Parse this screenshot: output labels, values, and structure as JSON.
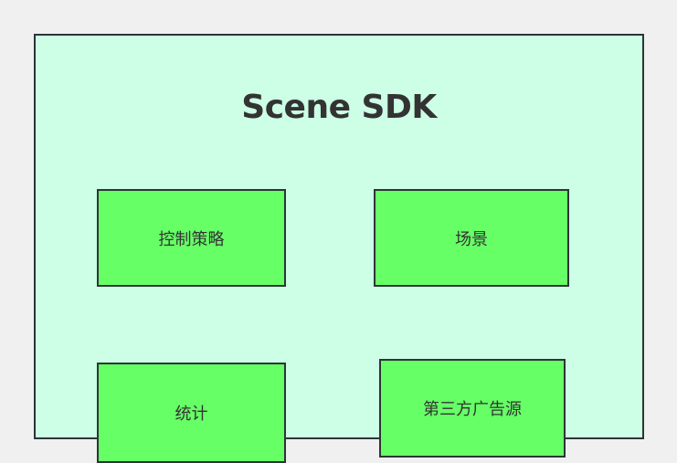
{
  "diagram": {
    "title": "Scene SDK",
    "colors": {
      "page_background": "#f0f0f0",
      "container_fill": "#ccffe6",
      "module_fill": "#66ff66",
      "border": "#2d3436",
      "text": "#333333"
    },
    "modules": [
      {
        "label": "控制策略"
      },
      {
        "label": "场景"
      },
      {
        "label": "统计"
      },
      {
        "label": "第三方广告源"
      }
    ]
  }
}
